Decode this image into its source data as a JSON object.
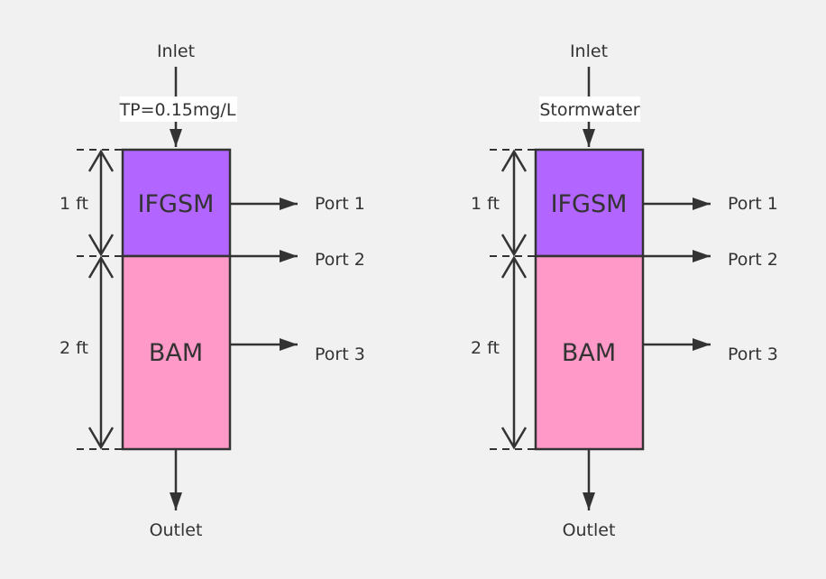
{
  "colors": {
    "background": "#f1f1f1",
    "ifgsm_fill": "#b266ff",
    "bam_fill": "#ff99c8",
    "stroke": "#333333",
    "label_box": "#ffffff"
  },
  "columns": [
    {
      "inlet": "Inlet",
      "influent": "TP=0.15mg/L",
      "top_layer": "IFGSM",
      "bottom_layer": "BAM",
      "top_depth": "1 ft",
      "bottom_depth": "2 ft",
      "port1": "Port 1",
      "port2": "Port 2",
      "port3": "Port 3",
      "outlet": "Outlet"
    },
    {
      "inlet": "Inlet",
      "influent": "Stormwater",
      "top_layer": "IFGSM",
      "bottom_layer": "BAM",
      "top_depth": "1 ft",
      "bottom_depth": "2 ft",
      "port1": "Port 1",
      "port2": "Port 2",
      "port3": "Port 3",
      "outlet": "Outlet"
    }
  ]
}
